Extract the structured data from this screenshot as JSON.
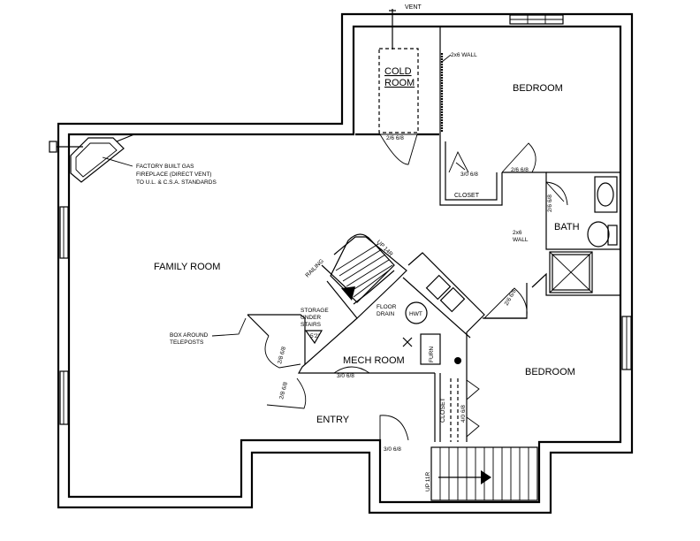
{
  "rooms": {
    "family_room": "FAMILY ROOM",
    "bedroom_top": "BEDROOM",
    "bedroom_bottom": "BEDROOM",
    "mech_room": "MECH ROOM",
    "entry": "ENTRY",
    "bath": "BATH",
    "closet_top": "CLOSET",
    "closet_bottom": "CLOSET",
    "cold_room_line1": "COLD",
    "cold_room_line2": "ROOM"
  },
  "labels": {
    "vent": "VENT",
    "wall_2x6_top": "2x6 WALL",
    "wall_2x6_bath_line1": "2x6",
    "wall_2x6_bath_line2": "WALL",
    "fireplace_line1": "FACTORY BUILT GAS",
    "fireplace_line2": "FIREPLACE (DIRECT VENT)",
    "fireplace_line3": "TO U.L. & C.S.A. STANDARDS",
    "railing": "RAILING",
    "storage_line1": "STORAGE",
    "storage_line2": "UNDER",
    "storage_line3": "STAIRS",
    "box_line1": "BOX AROUND",
    "box_line2": "TELEPOSTS",
    "floor_drain_line1": "FLOOR",
    "floor_drain_line2": "DRAIN",
    "hwt": "HWT",
    "furn": "FURN",
    "stairs_up_top": "UP 14R",
    "stairs_up_bottom": "UP 11R",
    "storage_height": "5'2\""
  },
  "doors": {
    "cold_room": "2/6 6/8",
    "closet_top": "3/0 6/8",
    "bedroom_top": "2/6 6/8",
    "bath": "2/6 6/8",
    "bedroom_bottom": "2/6 6/8",
    "storage": "2/8 6/8",
    "entry": "2/8 6/8",
    "mech": "3/0 6/8",
    "front": "3/0 6/8",
    "closet_bottom": "4/0 6/8"
  }
}
